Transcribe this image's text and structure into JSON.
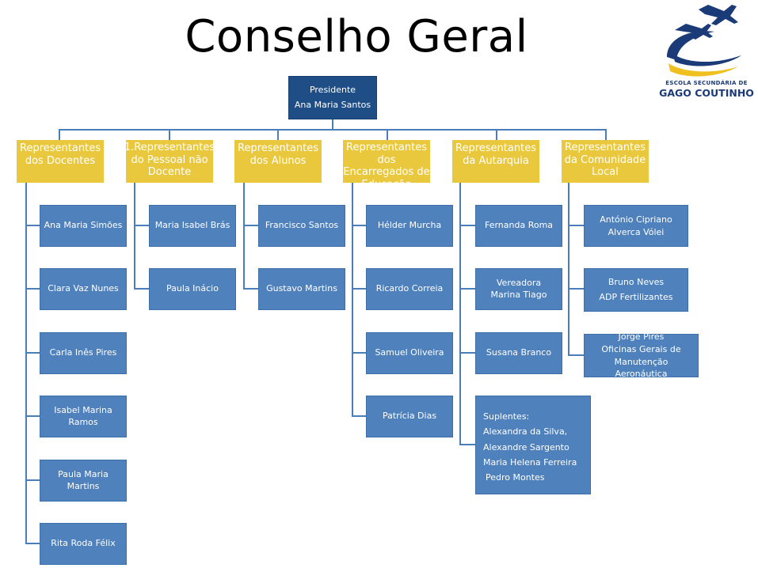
{
  "title": "Conselho Geral",
  "logo": {
    "line1": "ESCOLA SECUNDÁRIA DE",
    "line2": "GAGO COUTINHO"
  },
  "president": {
    "role": "Presidente",
    "name": "Ana Maria Santos"
  },
  "groups": [
    {
      "label": "Representantes dos Docentes",
      "members": [
        "Ana Maria Simões",
        "Clara Vaz Nunes",
        "Carla Inês Pires",
        "Isabel Marina Ramos",
        "Paula Maria Martins",
        "Rita Roda Félix"
      ]
    },
    {
      "label": "1.Representantes do Pessoal não Docente",
      "members": [
        "Maria Isabel Brás",
        "Paula Inácio"
      ]
    },
    {
      "label": "Representantes dos Alunos",
      "members": [
        "Francisco Santos",
        "Gustavo Martins"
      ]
    },
    {
      "label": "Representantes dos Encarregados de Educação",
      "members": [
        "Hélder Murcha",
        "Ricardo Correia",
        "Samuel Oliveira",
        "Patrícia Dias"
      ]
    },
    {
      "label": "Representantes da Autarquia",
      "members": [
        "Fernanda Roma",
        "Vereadora Marina Tiago",
        "Susana Branco"
      ],
      "substitutes": [
        "Suplentes:",
        "Alexandra da Silva,",
        "Alexandre Sargento",
        "Maria Helena Ferreira",
        "Pedro Montes"
      ]
    },
    {
      "label": "Representantes da Comunidade Local",
      "members": [
        {
          "name": "António Cipriano",
          "org": "Alverca Vólei"
        },
        {
          "name": "Bruno Neves",
          "org": "ADP Fertilizantes"
        },
        {
          "name": "Jorge Pires",
          "org": "Oficinas Gerais de Manutenção Aeronáutica"
        }
      ]
    }
  ],
  "colors": {
    "president_box": "#1f4e86",
    "category_box": "#eac83d",
    "member_box": "#4f81bd",
    "connector": "#4a7ebb"
  }
}
